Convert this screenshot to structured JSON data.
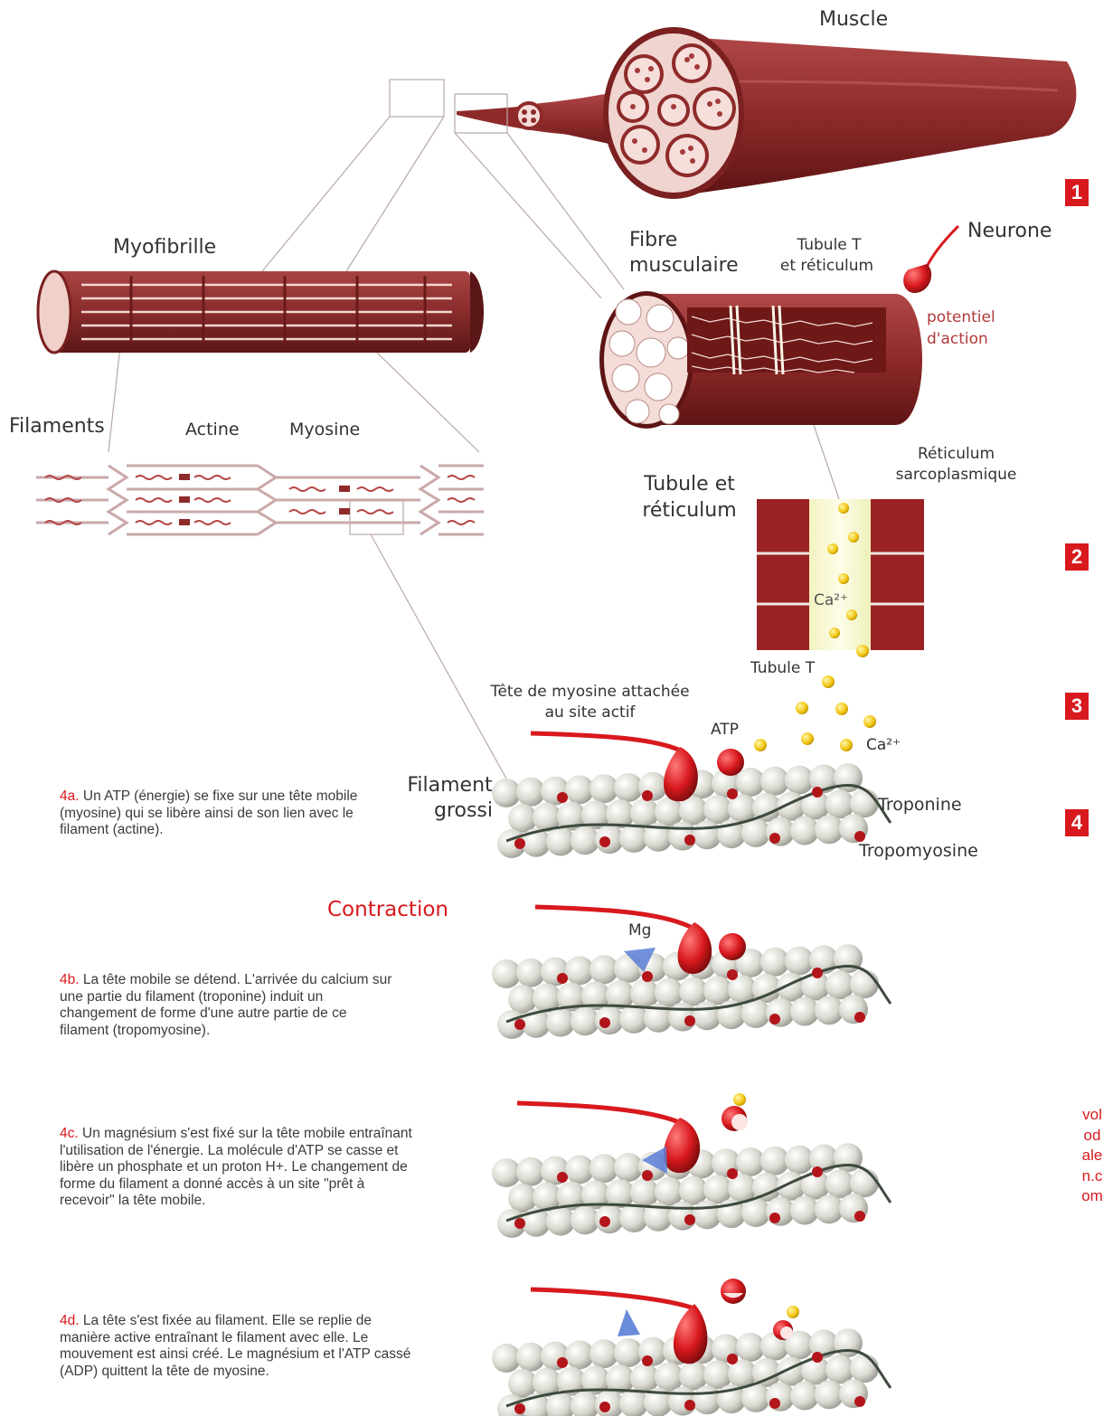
{
  "labels": {
    "muscle": "Muscle",
    "myofibrille": "Myofibrille",
    "fibre_musculaire_1": "Fibre",
    "fibre_musculaire_2": "musculaire",
    "tubule_t_reticulum_1": "Tubule T",
    "tubule_t_reticulum_2": "et réticulum",
    "neurone": "Neurone",
    "potentiel_1": "potentiel",
    "potentiel_2": "d'action",
    "filaments": "Filaments",
    "actine": "Actine",
    "myosine": "Myosine",
    "reticulum_sarco_1": "Réticulum",
    "reticulum_sarco_2": "sarcoplasmique",
    "tubule_et_reticulum_1": "Tubule et",
    "tubule_et_reticulum_2": "réticulum",
    "ca_inner": "Ca²⁺",
    "tubule_t": "Tubule T",
    "tete_myosine_1": "Tête de myosine attachée",
    "tete_myosine_2": "au site actif",
    "atp": "ATP",
    "ca_outer": "Ca²⁺",
    "filament_grossi_1": "Filament",
    "filament_grossi_2": "grossi",
    "troponine": "Troponine",
    "tropomyosine": "Tropomyosine",
    "mg": "Mg",
    "contraction": "Contraction"
  },
  "steps": [
    "1",
    "2",
    "3",
    "4"
  ],
  "descriptions": [
    {
      "code": "4a.",
      "text": " Un ATP (énergie) se fixe sur une tête mobile (myosine) qui se libère ainsi de son lien avec le filament (actine)."
    },
    {
      "code": "4b.",
      "text": " La tête mobile se détend. L'arrivée du calcium sur une partie du filament (troponine) induit un changement de forme d'une autre partie de ce filament (tropomyosine)."
    },
    {
      "code": "4c.",
      "text": " Un magnésium s'est fixé sur la tête mobile entraînant l'utilisation de l'énergie. La molécule d'ATP se casse et libère un phosphate et un proton H+. Le changement de forme du filament a donné accès à un site \"prêt à recevoir\" la tête mobile."
    },
    {
      "code": "4d.",
      "text": " La tête s'est fixée au filament. Elle se replie de manière active entraînant le filament avec elle. Le mouvement est ainsi créé. Le magnésium et l'ATP cassé (ADP) quittent la tête de myosine."
    }
  ],
  "site": "volodalen.com",
  "colors": {
    "muscle_red": "#8e2a2a",
    "muscle_dark": "#5e1414",
    "muscle_light": "#e8c9c4",
    "accent_red": "#d8191e",
    "calcium_yellow": "#f1c40f",
    "bead_grey": "#dcdcd4",
    "mg_blue": "#5b7fd6"
  }
}
